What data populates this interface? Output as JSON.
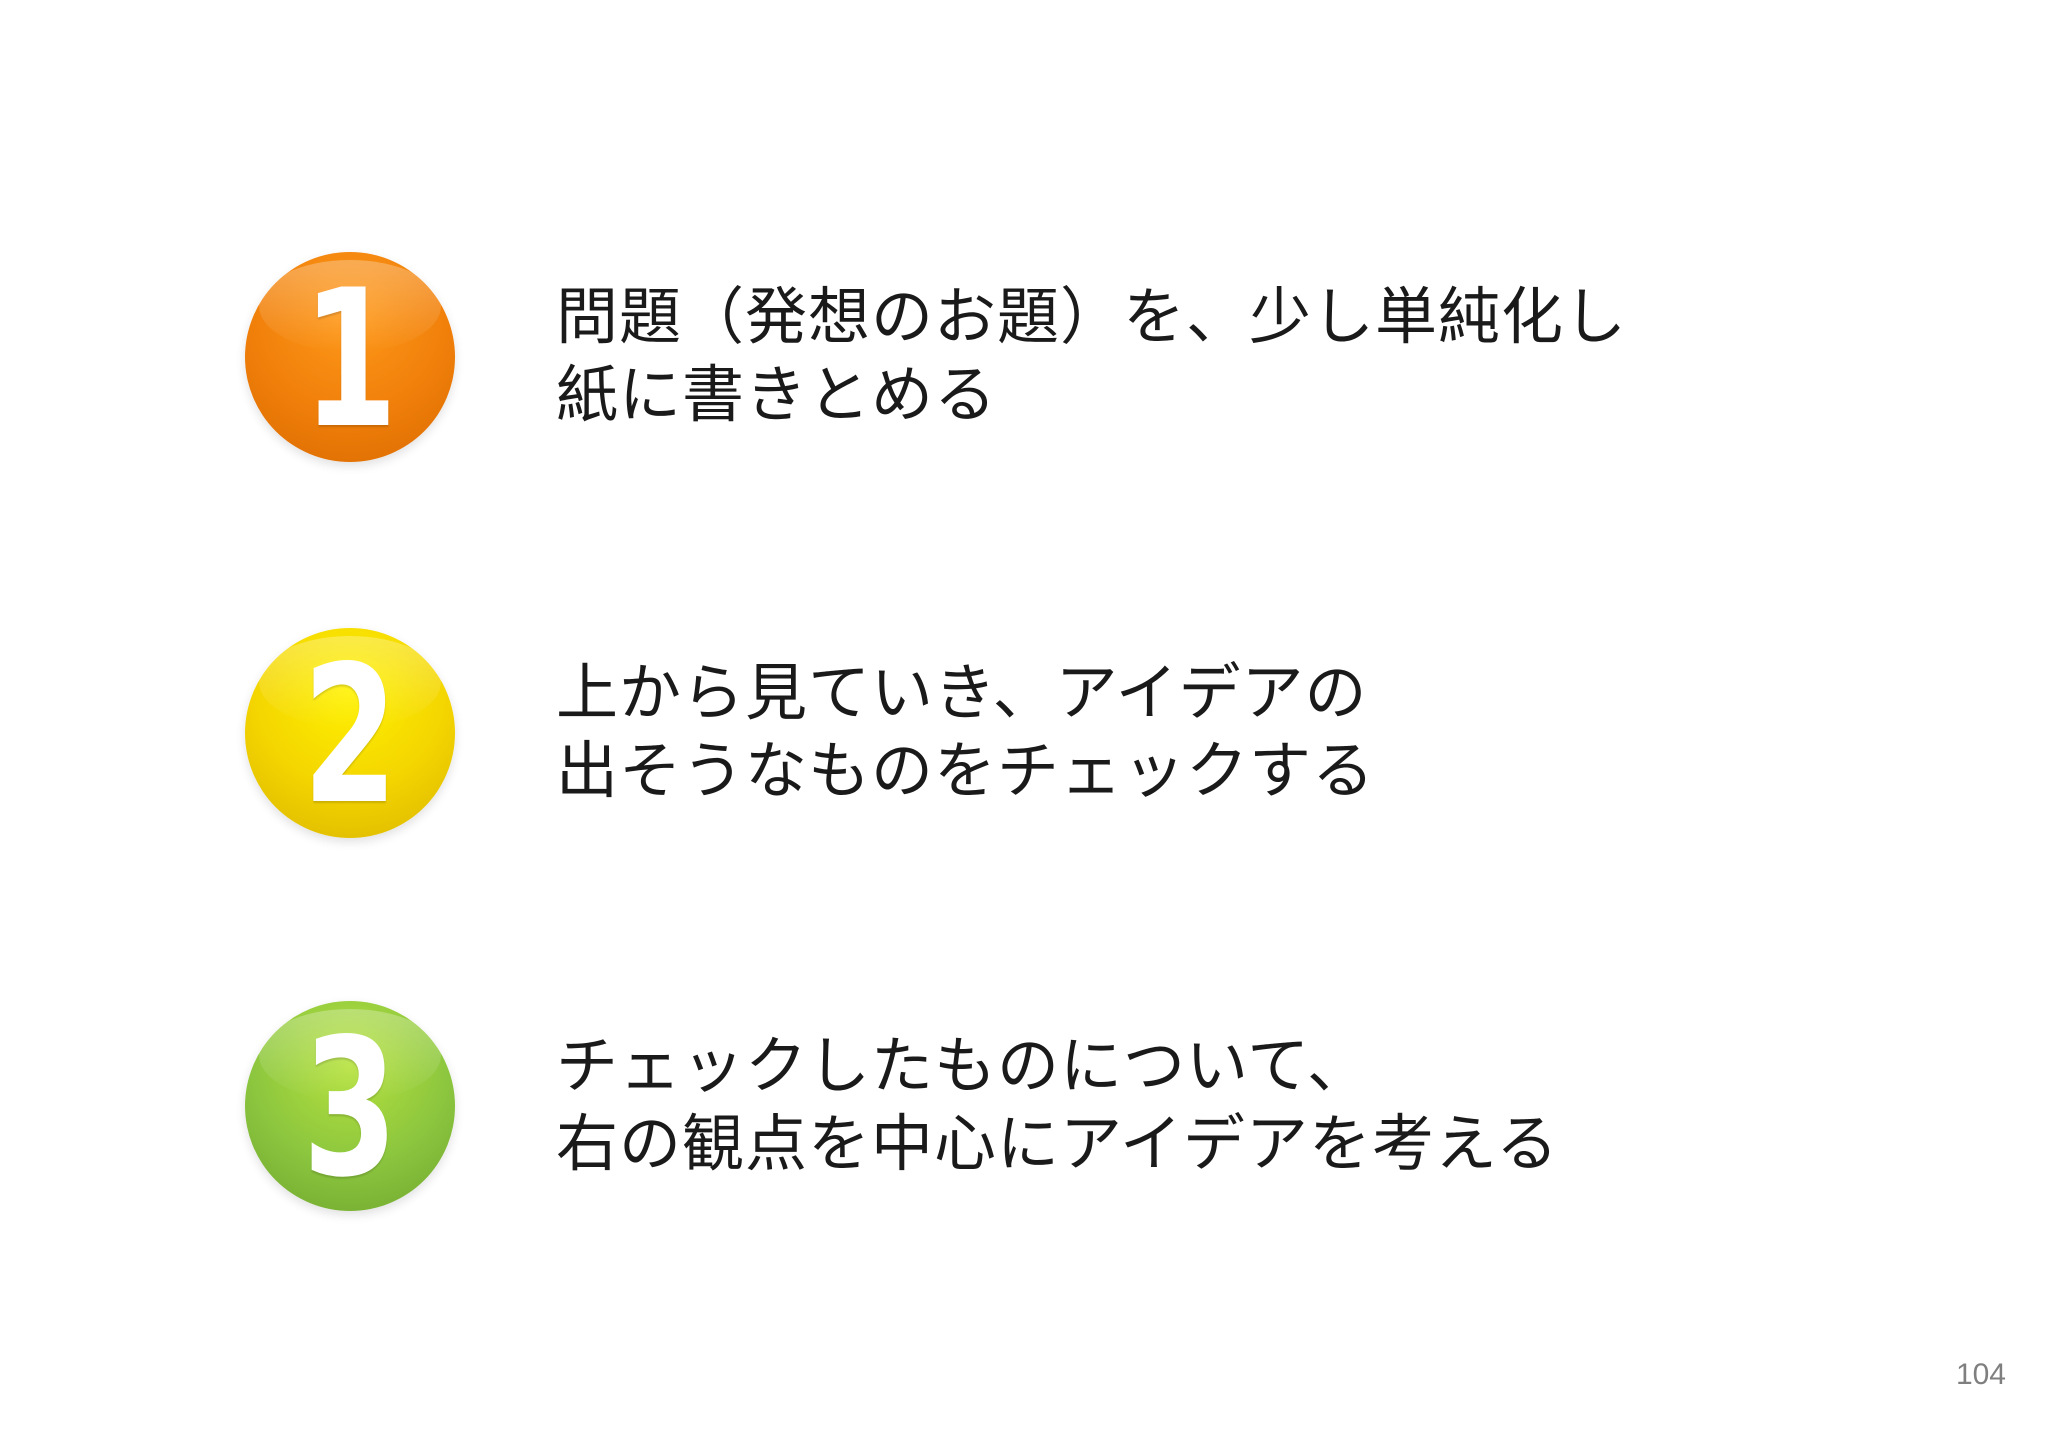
{
  "steps": [
    {
      "number": "1",
      "color": "#f07f0a",
      "line1": "問題（発想のお題）を、少し単純化し",
      "line2": "紙に書きとめる"
    },
    {
      "number": "2",
      "color": "#f3d400",
      "line1": "上から見ていき、アイデアの",
      "line2": "出そうなものをチェックする"
    },
    {
      "number": "3",
      "color": "#8cc63f",
      "line1": "チェックしたものについて、",
      "line2": "右の観点を中心にアイデアを考える"
    }
  ],
  "page_number": "104"
}
